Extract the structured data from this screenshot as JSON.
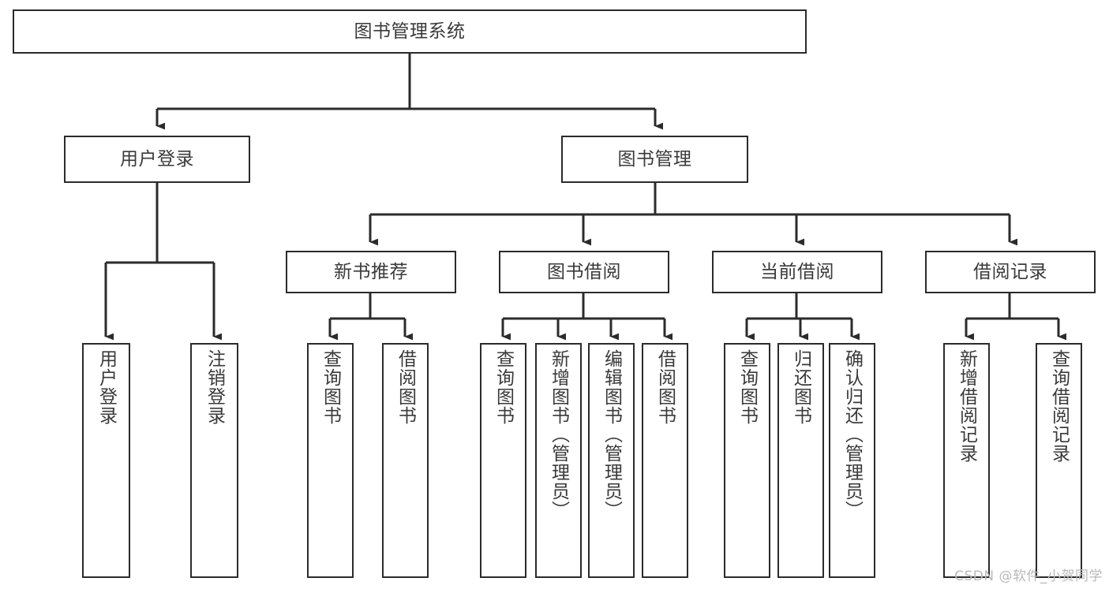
{
  "diagram": {
    "title": "图书管理系统",
    "type": "tree-hierarchy",
    "watermark": "CSDN @软件_小贺同学",
    "colors": {
      "line": "#2b2b2b",
      "box_border": "#2b2b2b",
      "box_fill": "#ffffff",
      "text": "#3a3a3a",
      "watermark": "#b9b9b9",
      "background": "#ffffff"
    },
    "levels": {
      "root": {
        "label": "图书管理系统"
      },
      "level2": [
        {
          "label": "用户登录"
        },
        {
          "label": "图书管理"
        }
      ],
      "level3": [
        {
          "label": "新书推荐"
        },
        {
          "label": "图书借阅"
        },
        {
          "label": "当前借阅"
        },
        {
          "label": "借阅记录"
        }
      ],
      "leaves": {
        "user_login": [
          {
            "label": "用户登录"
          },
          {
            "label": "注销登录"
          }
        ],
        "new_book_recommend": [
          {
            "label": "查询图书"
          },
          {
            "label": "借阅图书"
          }
        ],
        "book_borrow": [
          {
            "label": "查询图书"
          },
          {
            "label": "新增图书（管理员）"
          },
          {
            "label": "编辑图书（管理员）"
          },
          {
            "label": "借阅图书"
          }
        ],
        "current_borrow": [
          {
            "label": "查询图书"
          },
          {
            "label": "归还图书"
          },
          {
            "label": "确认归还（管理员）"
          }
        ],
        "borrow_records": [
          {
            "label": "新增借阅记录"
          },
          {
            "label": "查询借阅记录"
          }
        ]
      }
    }
  }
}
